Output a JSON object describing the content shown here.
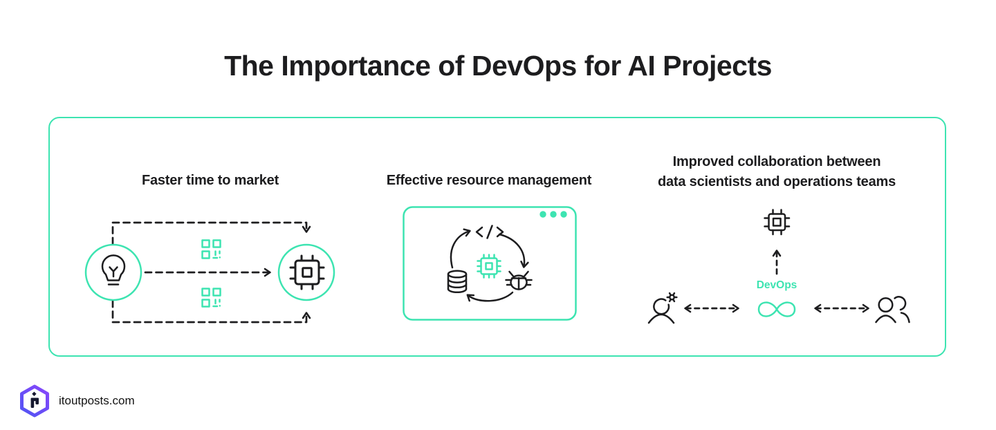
{
  "title": "The Importance of DevOps for AI Projects",
  "colors": {
    "accent": "#3DE4B1",
    "ink": "#1D1D1F",
    "logo_purple": "#8C45FB",
    "logo_blue": "#4D55F3",
    "logo_glyph": "#16182F"
  },
  "sections": {
    "faster_time": {
      "heading": "Faster time to market",
      "icons": [
        "lightbulb-icon",
        "qr-code-icon",
        "qr-code-icon",
        "processor-chip-icon",
        "dashed-flow-arrows"
      ]
    },
    "resource_mgmt": {
      "heading": "Effective resource management",
      "icons": [
        "browser-window-icon",
        "window-dots-icon",
        "code-icon",
        "processor-chip-icon",
        "bug-icon",
        "database-icon",
        "cycle-arrows-icon"
      ]
    },
    "collaboration": {
      "heading_line1": "Improved collaboration between",
      "heading_line2": "data scientists and operations teams",
      "devops_label": "DevOps",
      "icons": [
        "processor-chip-icon",
        "up-dashed-arrow-icon",
        "infinity-icon",
        "data-scientist-icon",
        "operations-team-icon",
        "double-dashed-arrow-icon"
      ]
    }
  },
  "footer": {
    "brand": "itoutposts.com"
  }
}
